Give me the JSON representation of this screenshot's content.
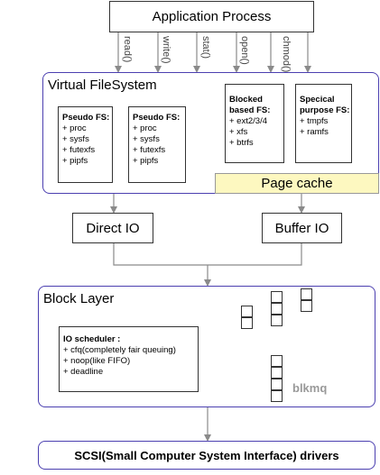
{
  "app_process": "Application Process",
  "syscalls": [
    "read()",
    "write()",
    "stat()",
    "open()",
    "chmod()"
  ],
  "vfs": {
    "title": "Virtual FileSystem",
    "pseudo_fs_1": {
      "title": "Pseudo FS:",
      "items": [
        "+ proc",
        "+ sysfs",
        "+ futexfs",
        "+ pipfs"
      ]
    },
    "pseudo_fs_2": {
      "title": "Pseudo FS:",
      "items": [
        "+ proc",
        "+ sysfs",
        "+ futexfs",
        "+ pipfs"
      ]
    },
    "blocked_fs": {
      "title": "Blocked based FS:",
      "items": [
        "+ ext2/3/4",
        "+ xfs",
        "+ btrfs"
      ]
    },
    "special_fs": {
      "title": "Specical purpose FS:",
      "items": [
        "+ tmpfs",
        "+ ramfs"
      ]
    },
    "page_cache": "Page cache",
    "page_cache_color": "#fdf8c0"
  },
  "direct_io": "Direct IO",
  "buffer_io": "Buffer IO",
  "block_layer": {
    "title": "Block Layer",
    "scheduler_title": "IO scheduler :",
    "scheduler_items": [
      "+ cfq(completely fair queuing)",
      "+ noop(like FIFO)",
      "+ deadline"
    ],
    "blkmq": "blkmq"
  },
  "scsi": "SCSI(Small Computer System Interface) drivers",
  "colors": {
    "region_border": "#4b3fb0",
    "arrow": "#8a8a8a"
  }
}
